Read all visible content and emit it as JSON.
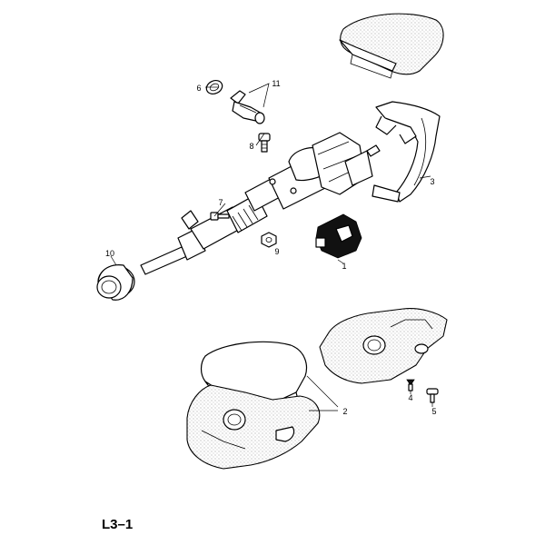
{
  "callouts": {
    "c1": "1",
    "c2": "2",
    "c3": "3",
    "c4": "4",
    "c5": "5",
    "c6": "6",
    "c7": "7",
    "c8": "8",
    "c9": "9",
    "c10": "10",
    "c11": "11"
  },
  "page_code": "L3–1",
  "colors": {
    "ink": "#000000",
    "background": "#ffffff",
    "stipple": "#8a8a8a"
  }
}
